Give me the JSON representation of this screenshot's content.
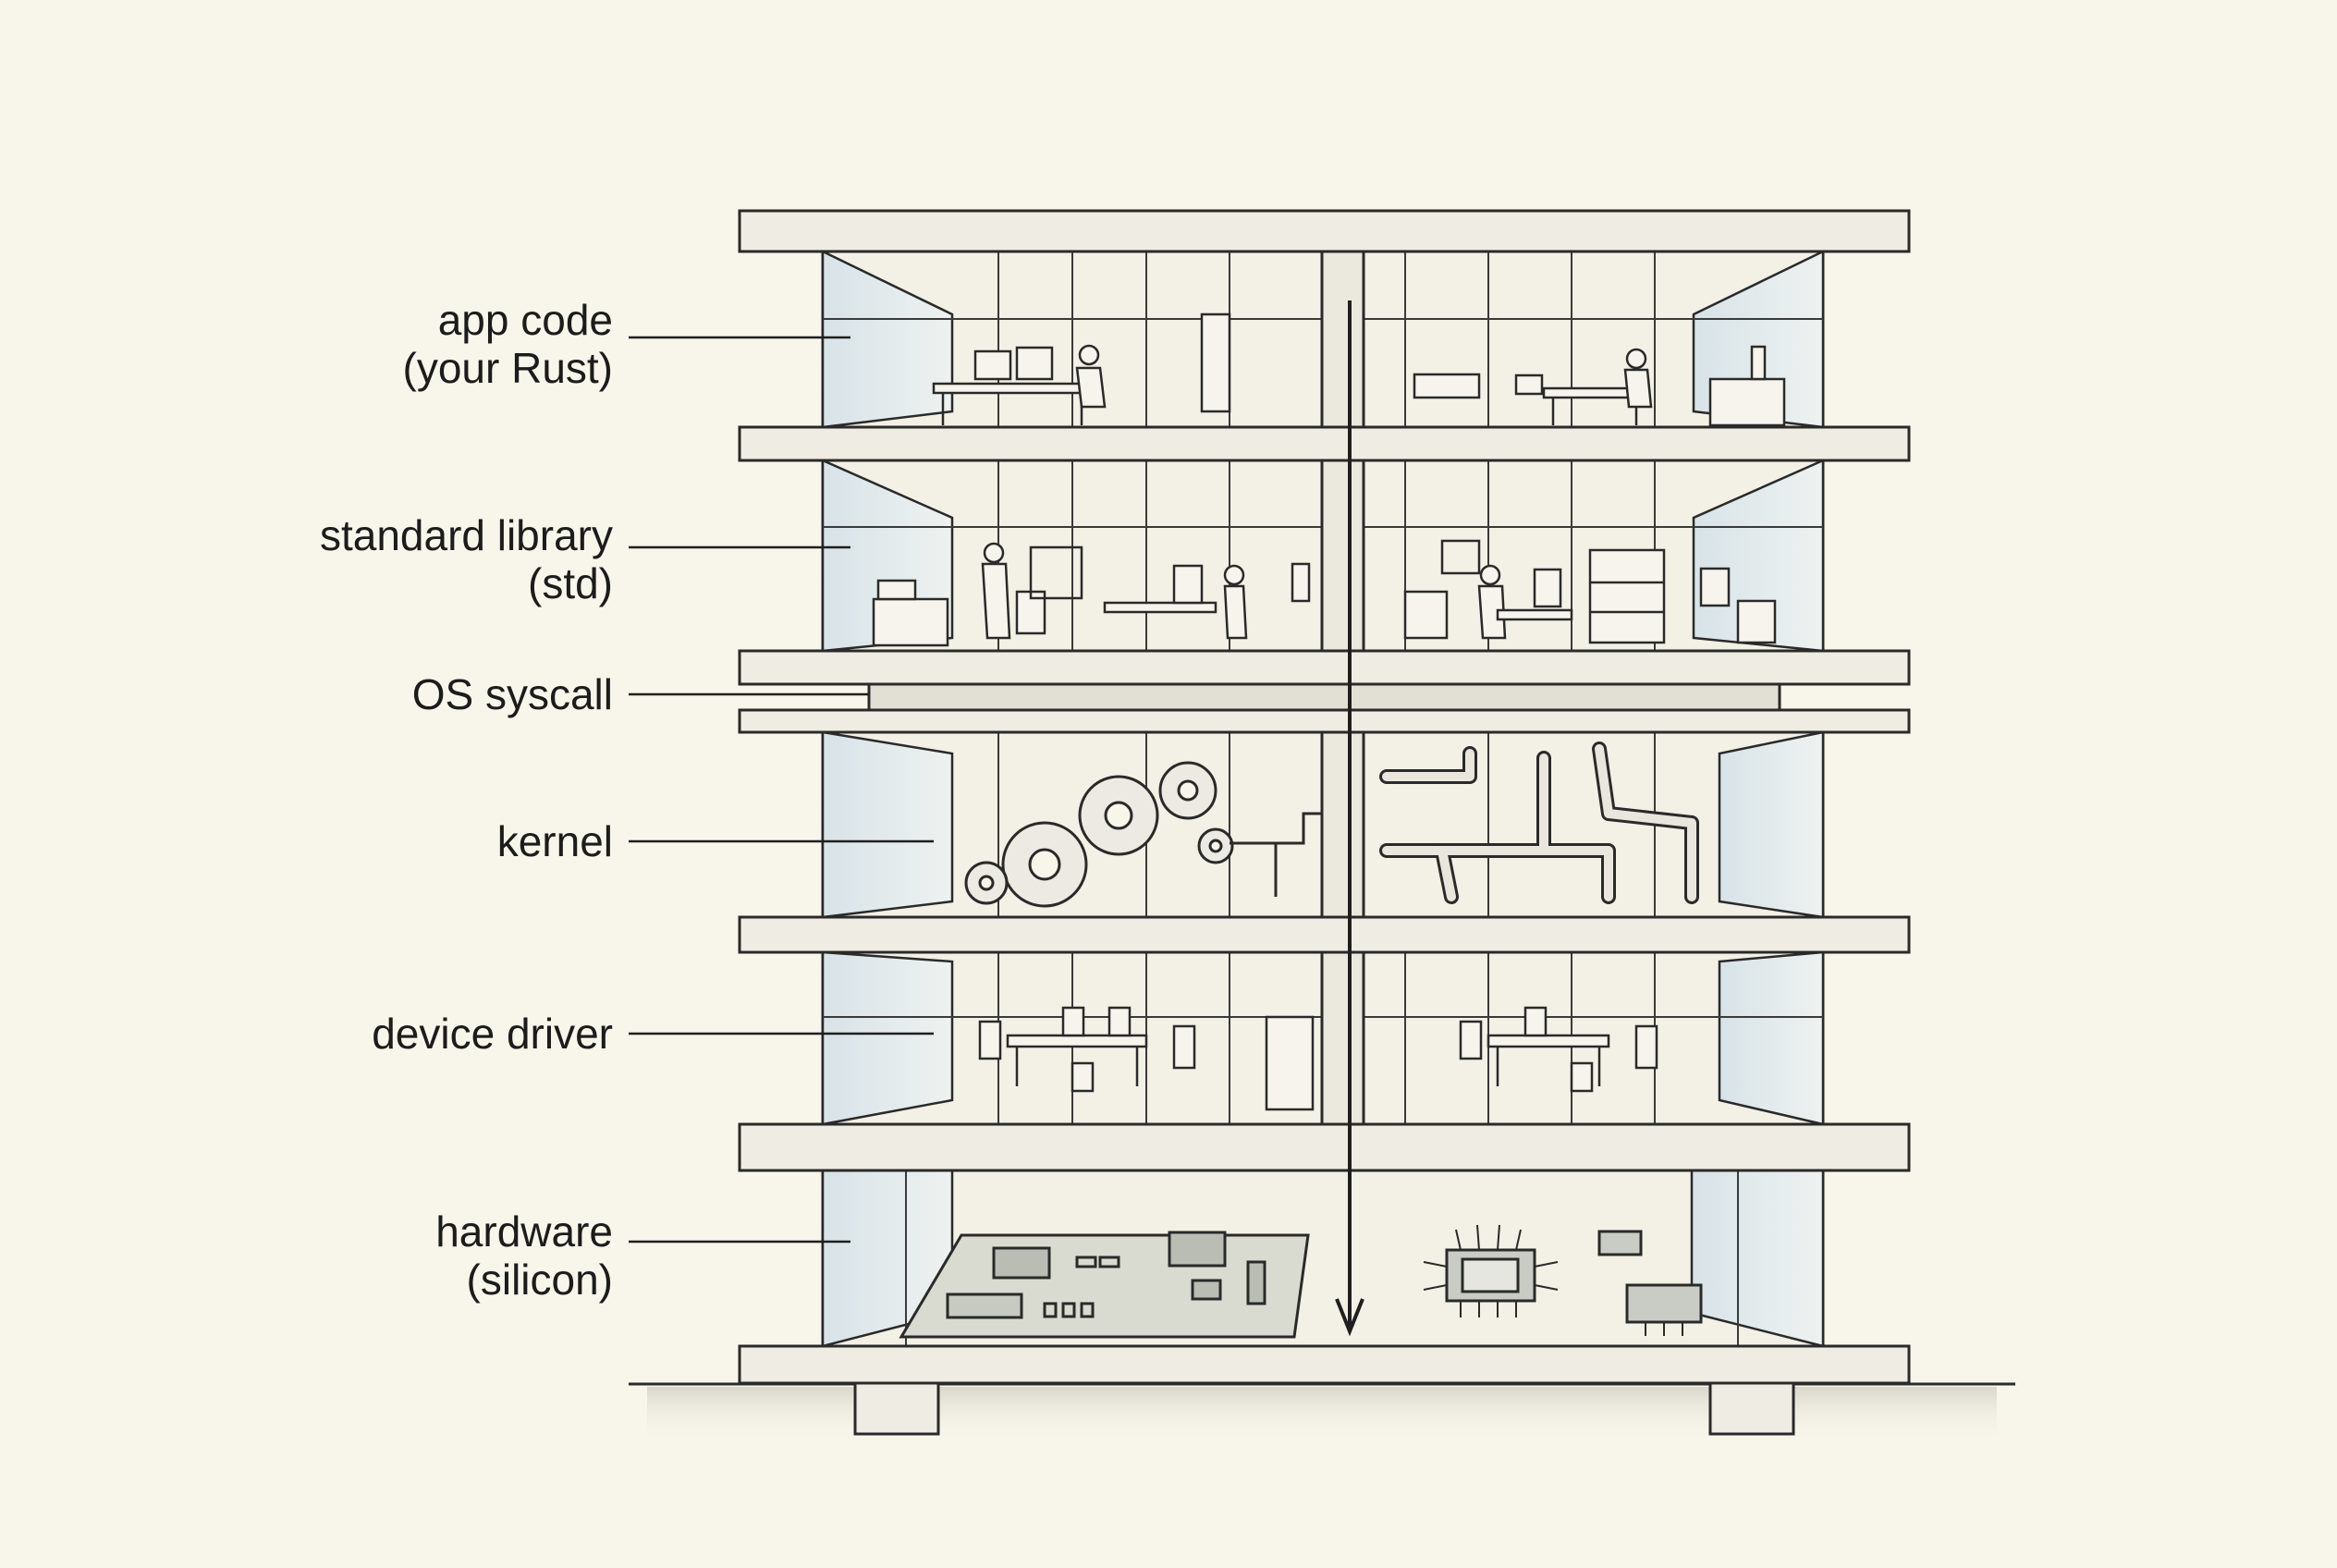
{
  "diagram": {
    "layers": [
      {
        "id": "app",
        "lines": [
          "app code",
          "(your Rust)"
        ]
      },
      {
        "id": "std",
        "lines": [
          "standard library",
          "(std)"
        ]
      },
      {
        "id": "syscall",
        "lines": [
          "OS syscall"
        ]
      },
      {
        "id": "kernel",
        "lines": [
          "kernel"
        ]
      },
      {
        "id": "driver",
        "lines": [
          "device driver"
        ]
      },
      {
        "id": "hardware",
        "lines": [
          "hardware",
          "(silicon)"
        ]
      }
    ],
    "colors": {
      "background": "#f8f5ea",
      "ink": "#2a2a2a",
      "glass": "#dfe8ec",
      "slab": "#efece3",
      "interior": "#f3f0e6"
    },
    "arrow_direction": "down"
  }
}
